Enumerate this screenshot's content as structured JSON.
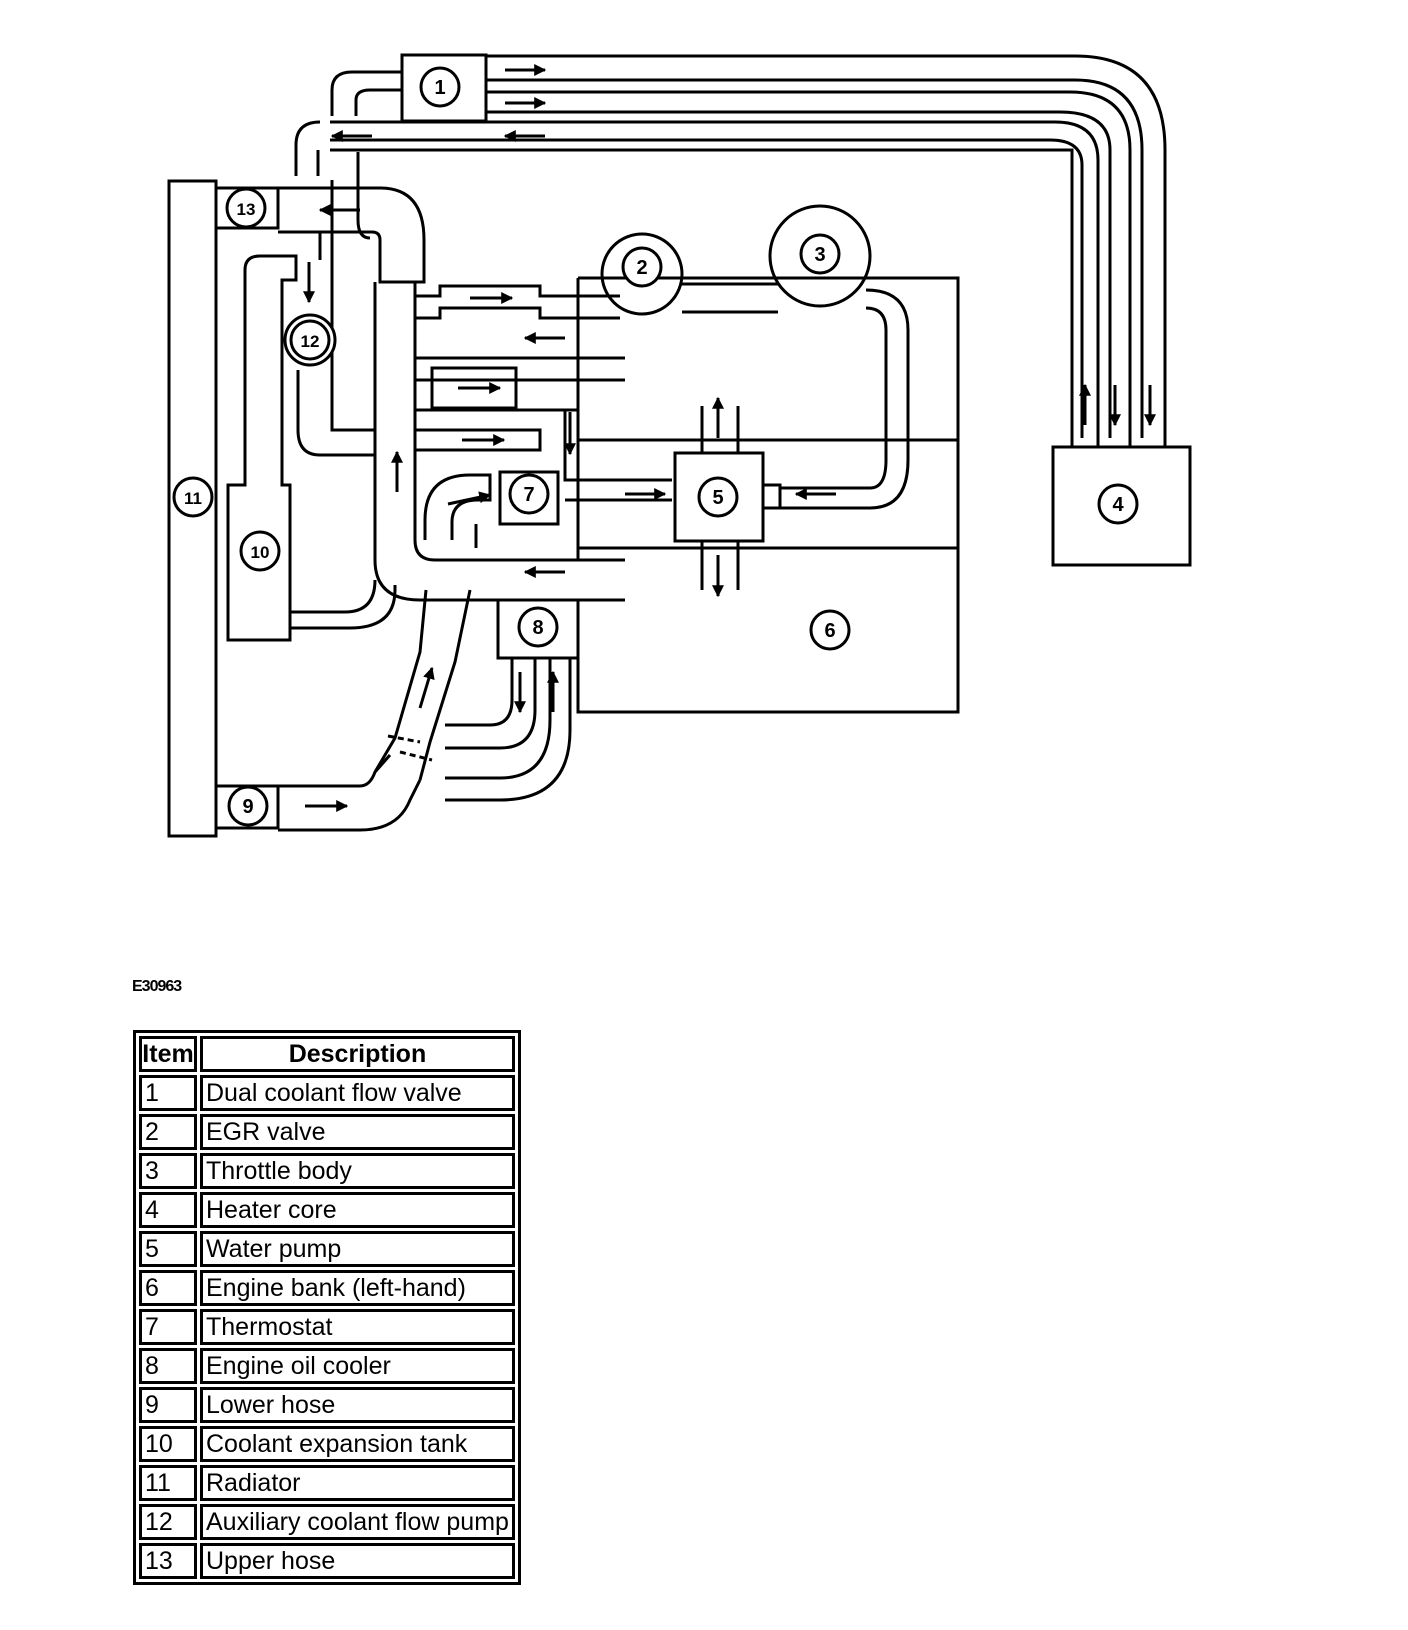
{
  "figure_code": "E30963",
  "callouts": [
    "1",
    "2",
    "3",
    "4",
    "5",
    "6",
    "7",
    "8",
    "9",
    "10",
    "11",
    "12",
    "13"
  ],
  "legend": {
    "header_item": "Item",
    "header_description": "Description",
    "rows": [
      {
        "item": "1",
        "description": "Dual coolant flow valve"
      },
      {
        "item": "2",
        "description": "EGR valve"
      },
      {
        "item": "3",
        "description": "Throttle body"
      },
      {
        "item": "4",
        "description": "Heater core"
      },
      {
        "item": "5",
        "description": "Water pump"
      },
      {
        "item": "6",
        "description": "Engine bank (left-hand)"
      },
      {
        "item": "7",
        "description": "Thermostat"
      },
      {
        "item": "8",
        "description": "Engine oil cooler"
      },
      {
        "item": "9",
        "description": "Lower hose"
      },
      {
        "item": "10",
        "description": "Coolant expansion tank"
      },
      {
        "item": "11",
        "description": "Radiator"
      },
      {
        "item": "12",
        "description": "Auxiliary coolant flow pump"
      },
      {
        "item": "13",
        "description": "Upper hose"
      }
    ]
  }
}
